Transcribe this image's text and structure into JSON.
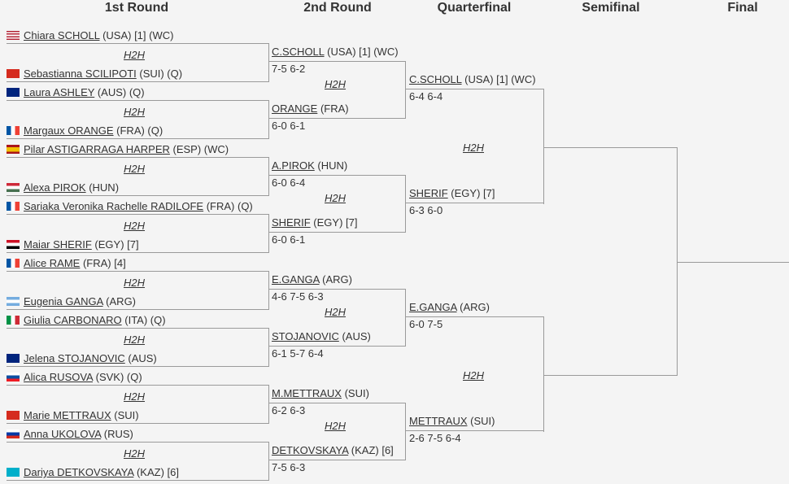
{
  "headers": [
    "1st Round",
    "2nd Round",
    "Quarterfinal",
    "Semifinal",
    "Final"
  ],
  "h2h_label": "H2H",
  "round1": [
    {
      "flag": "USA",
      "name": "Chiara SCHOLL",
      "rest": " (USA)  [1]  (WC)"
    },
    {
      "flag": "SUI",
      "name": "Sebastianna SCILIPOTI",
      "rest": " (SUI) (Q)"
    },
    {
      "flag": "AUS",
      "name": "Laura ASHLEY",
      "rest": " (AUS)  (Q)"
    },
    {
      "flag": "FRA",
      "name": "Margaux ORANGE",
      "rest": " (FRA) (Q)"
    },
    {
      "flag": "ESP",
      "name": "Pilar ASTIGARRAGA HARPER",
      "rest": " (ESP)  (WC)"
    },
    {
      "flag": "HUN",
      "name": "Alexa PIROK",
      "rest": " (HUN)"
    },
    {
      "flag": "FRA",
      "name": "Sariaka Veronika Rachelle RADILOFE",
      "rest": " (FRA)  (Q)"
    },
    {
      "flag": "EGY",
      "name": "Maiar SHERIF",
      "rest": " (EGY) [7]"
    },
    {
      "flag": "FRA",
      "name": "Alice RAME",
      "rest": " (FRA)  [4]"
    },
    {
      "flag": "ARG",
      "name": "Eugenia GANGA",
      "rest": " (ARG)"
    },
    {
      "flag": "ITA",
      "name": "Giulia CARBONARO",
      "rest": " (ITA)  (Q)"
    },
    {
      "flag": "AUS",
      "name": "Jelena STOJANOVIC",
      "rest": " (AUS)"
    },
    {
      "flag": "SVK",
      "name": "Alica RUSOVA",
      "rest": " (SVK)  (Q)"
    },
    {
      "flag": "SUI",
      "name": "Marie METTRAUX",
      "rest": " (SUI)"
    },
    {
      "flag": "RUS",
      "name": "Anna UKOLOVA",
      "rest": " (RUS)"
    },
    {
      "flag": "KAZ",
      "name": "Dariya DETKOVSKAYA",
      "rest": " (KAZ) [6]"
    }
  ],
  "round2": [
    {
      "name": "C.SCHOLL",
      "rest": " (USA) [1] (WC)",
      "score": "7-5 6-2"
    },
    {
      "name": "ORANGE",
      "rest": " (FRA)",
      "score": "6-0 6-1"
    },
    {
      "name": "A.PIROK",
      "rest": " (HUN)",
      "score": "6-0 6-4"
    },
    {
      "name": "SHERIF",
      "rest": " (EGY) [7]",
      "score": "6-0 6-1"
    },
    {
      "name": "E.GANGA",
      "rest": " (ARG)",
      "score": "4-6 7-5 6-3"
    },
    {
      "name": "STOJANOVIC",
      "rest": " (AUS)",
      "score": "6-1 5-7 6-4"
    },
    {
      "name": "M.METTRAUX",
      "rest": " (SUI)",
      "score": "6-2 6-3"
    },
    {
      "name": "DETKOVSKAYA",
      "rest": " (KAZ) [6]",
      "score": "7-5 6-3"
    }
  ],
  "quarterfinal": [
    {
      "name": "C.SCHOLL",
      "rest": " (USA) [1] (WC)",
      "score": "6-4 6-4"
    },
    {
      "name": "SHERIF",
      "rest": " (EGY) [7]",
      "score": "6-3 6-0"
    },
    {
      "name": "E.GANGA",
      "rest": " (ARG)",
      "score": "6-0 7-5"
    },
    {
      "name": "METTRAUX",
      "rest": " (SUI)",
      "score": "2-6 7-5 6-4"
    }
  ],
  "flag_colors": {
    "USA": "linear-gradient(#b22234 0 14%,#fff 14% 28%,#b22234 28% 42%,#fff 42% 57%,#b22234 57% 71%,#fff 71% 85%,#b22234 85%)",
    "SUI": "#d52b1e",
    "AUS": "#00247d",
    "FRA": "linear-gradient(90deg,#0055a4 0 33%,#fff 33% 66%,#ef4135 66%)",
    "ESP": "linear-gradient(#aa151b 0 25%,#f1bf00 25% 75%,#aa151b 75%)",
    "HUN": "linear-gradient(#ce2939 0 33%,#fff 33% 66%,#477050 66%)",
    "EGY": "linear-gradient(#ce1126 0 33%,#fff 33% 66%,#000 66%)",
    "ARG": "linear-gradient(#74acdf 0 33%,#fff 33% 66%,#74acdf 66%)",
    "ITA": "linear-gradient(90deg,#009246 0 33%,#fff 33% 66%,#ce2b37 66%)",
    "SVK": "linear-gradient(#fff 0 33%,#0b4ea2 33% 66%,#ee1c25 66%)",
    "RUS": "linear-gradient(#fff 0 33%,#0039a6 33% 66%,#d52b1e 66%)",
    "KAZ": "#00afca"
  }
}
